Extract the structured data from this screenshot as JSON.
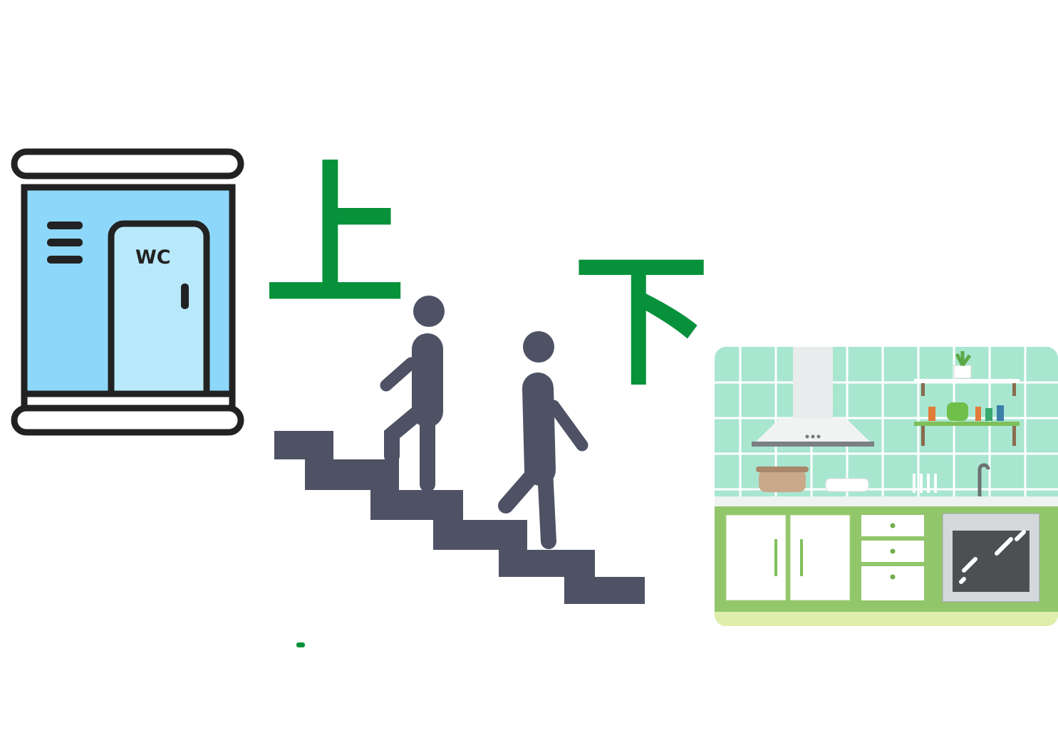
{
  "glyphs": {
    "up": "上",
    "down": "下"
  },
  "wc_sign": "WC",
  "icons": [
    "wc-booth-icon",
    "stairs-icon",
    "walking-person-icon",
    "kitchen-illustration"
  ],
  "colors": {
    "accent_green": "#07913a",
    "figure_gray": "#4e5264",
    "booth_blue": "#8dd8fa",
    "booth_door": "#b8e9fb",
    "outline": "#222222",
    "tile_mint": "#a8e6d0",
    "cabinet_green": "#92c66a"
  }
}
